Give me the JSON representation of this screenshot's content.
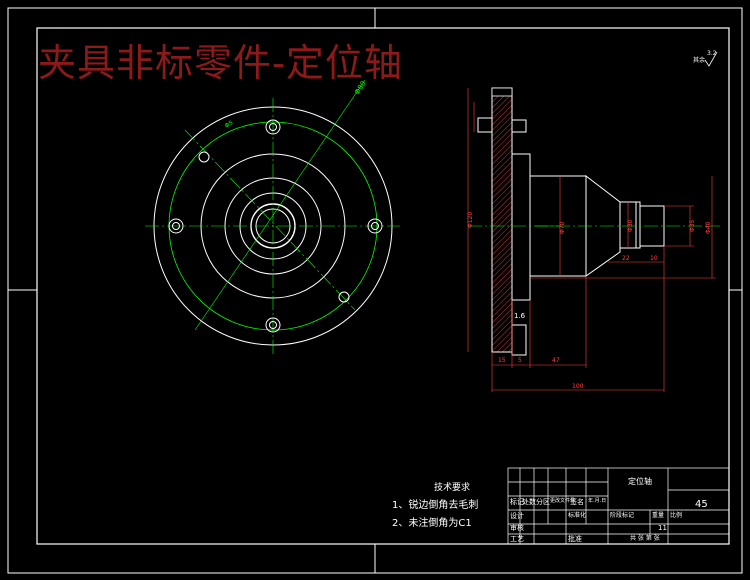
{
  "overlay": {
    "title": "夹具非标零件-定位轴"
  },
  "tech_requirements": {
    "title": "技术要求",
    "items": [
      "1、锐边倒角去毛刺",
      "2、未注倒角为C1"
    ]
  },
  "title_block": {
    "part_name": "定位轴",
    "drawing_number": "45",
    "sheet_count": "11",
    "cells": [
      "标记",
      "处数",
      "分区",
      "更改文件号",
      "签名",
      "年.月.日",
      "设计",
      "标准化",
      "阶段标记",
      "重量",
      "比例",
      "审核",
      "工艺",
      "批准",
      "共 张 第 张"
    ]
  },
  "roughness": {
    "label": "其余",
    "value": "3.2"
  },
  "dimensions": {
    "pcd_diameter": "Φ80",
    "hole_diameter": "Φ5",
    "flange_diameter": "Φ120",
    "hub_diameter": "Φ70",
    "shaft_d1": "Φ30",
    "shaft_d2": "Φ35",
    "shaft_d3": "Φ40",
    "flange_thickness": "15",
    "step_len": "5",
    "body_len": "47",
    "overall_len": "100",
    "seg_a": "22",
    "seg_b": "10",
    "surf_mark": "1.6"
  },
  "colors": {
    "outline": "#ffffff",
    "center": "#00ff00",
    "dim": "#ff4040",
    "hatch": "#ff4040",
    "title_overlay": "#8c1a1a"
  }
}
